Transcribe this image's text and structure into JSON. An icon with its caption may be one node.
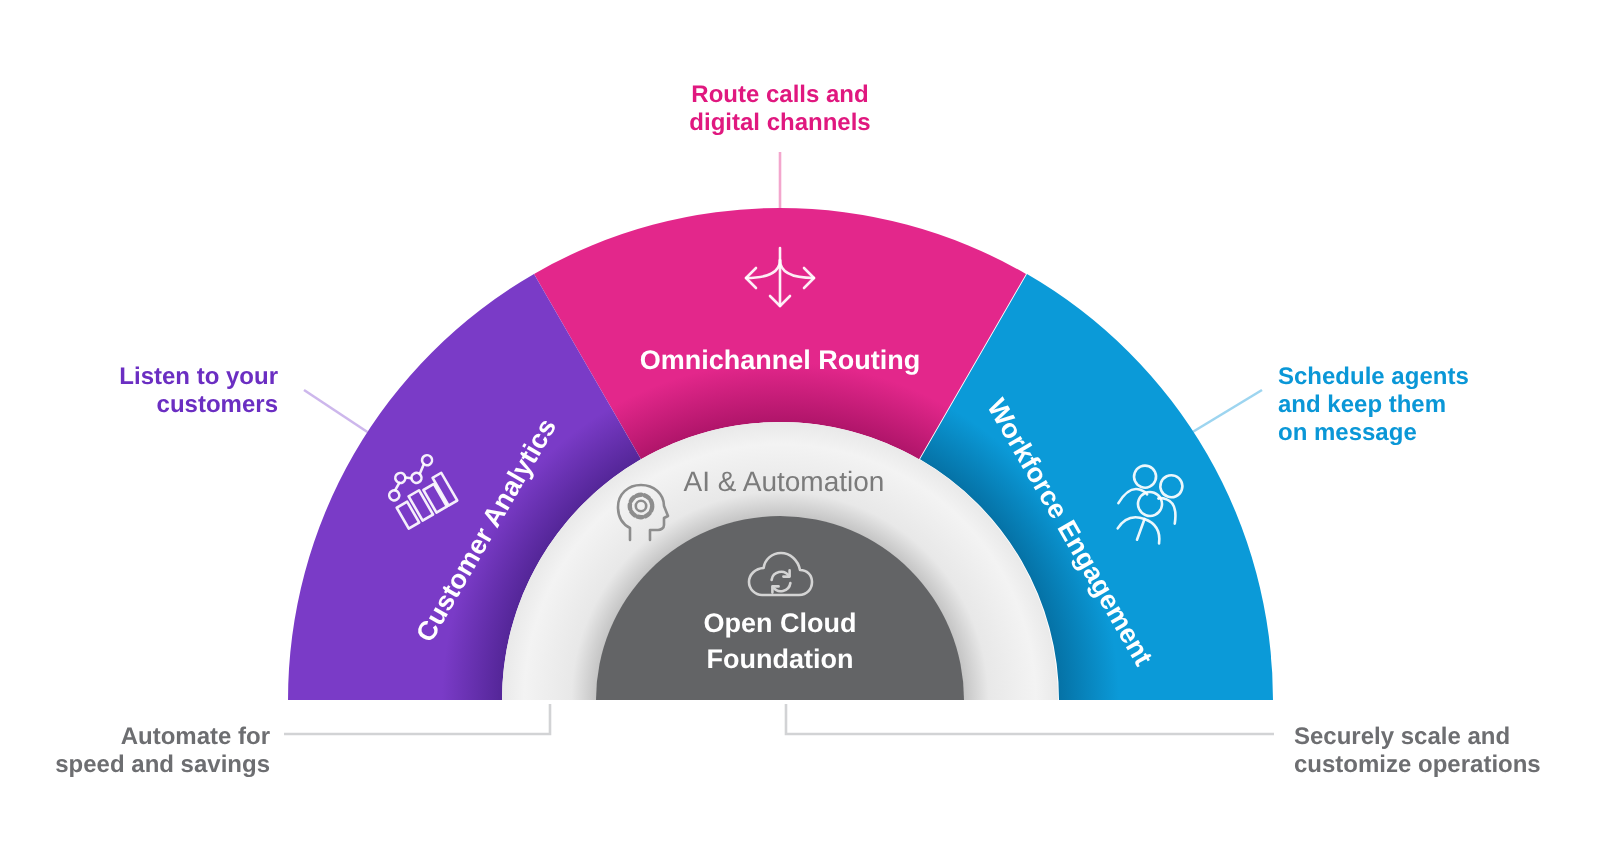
{
  "diagram": {
    "nodes": [
      {
        "text": [
          "Route calls and digital channels"
        ]
      },
      {
        "text": [
          "Omnichannel Routing"
        ]
      },
      {
        "text": [
          "Listen to your customers"
        ]
      },
      {
        "text": [
          "Customer Analytics"
        ]
      },
      {
        "text": [
          "Schedule agents and keep them on message"
        ]
      },
      {
        "text": [
          "Workforce Engagement"
        ]
      },
      {
        "text": [
          "AI & Automation"
        ]
      },
      {
        "text": [
          "Open Cloud Foundation"
        ],
        "in": 6
      },
      {
        "text": [
          "Automate for speed and savings"
        ]
      },
      {
        "text": [
          "Securely scale and customize operations"
        ]
      }
    ],
    "edges": [
      {
        "from": 0,
        "to": 1,
        "arrow": "none",
        "color": "#f3a6cd"
      },
      {
        "from": 2,
        "to": 3,
        "arrow": "none",
        "color": "#cdb7ec"
      },
      {
        "from": 4,
        "to": 5,
        "arrow": "none",
        "color": "#9dd5f0"
      },
      {
        "from": 8,
        "to": 6,
        "arrow": "none"
      },
      {
        "from": 9,
        "to": 7,
        "arrow": "none"
      }
    ]
  }
}
